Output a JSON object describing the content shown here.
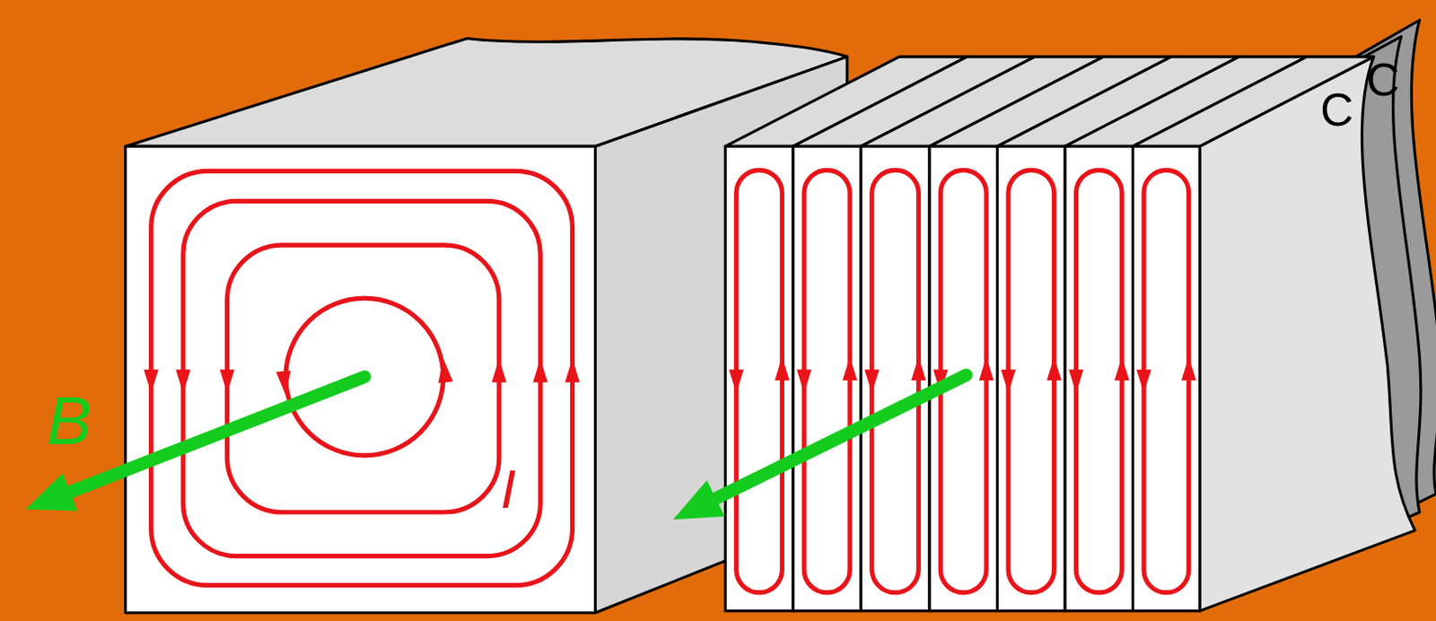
{
  "diagram": {
    "labels": [
      "B",
      "I",
      "C",
      "C"
    ]
  }
}
